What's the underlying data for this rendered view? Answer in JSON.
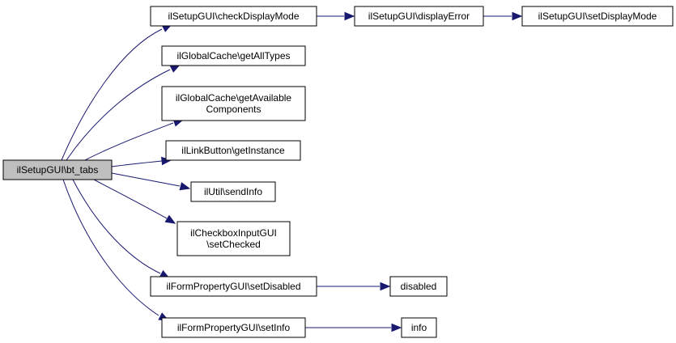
{
  "diagram": {
    "nodes": {
      "bt_tabs": {
        "lines": [
          "ilSetupGUI\\bt_tabs"
        ],
        "root": true
      },
      "checkDisplayMode": {
        "lines": [
          "ilSetupGUI\\checkDisplayMode"
        ]
      },
      "displayError": {
        "lines": [
          "ilSetupGUI\\displayError"
        ]
      },
      "setDisplayMode": {
        "lines": [
          "ilSetupGUI\\setDisplayMode"
        ]
      },
      "getAllTypes": {
        "lines": [
          "ilGlobalCache\\getAllTypes"
        ]
      },
      "getAvailableComponents": {
        "lines": [
          "ilGlobalCache\\getAvailable",
          "Components"
        ]
      },
      "getInstance": {
        "lines": [
          "ilLinkButton\\getInstance"
        ]
      },
      "sendInfo": {
        "lines": [
          "ilUtil\\sendInfo"
        ]
      },
      "setChecked": {
        "lines": [
          "ilCheckboxInputGUI",
          "\\setChecked"
        ]
      },
      "setDisabled": {
        "lines": [
          "ilFormPropertyGUI\\setDisabled"
        ]
      },
      "disabled": {
        "lines": [
          "disabled"
        ]
      },
      "setInfo": {
        "lines": [
          "ilFormPropertyGUI\\setInfo"
        ]
      },
      "info": {
        "lines": [
          "info"
        ]
      }
    },
    "edges": [
      {
        "from": "bt_tabs",
        "to": "checkDisplayMode"
      },
      {
        "from": "bt_tabs",
        "to": "getAllTypes"
      },
      {
        "from": "bt_tabs",
        "to": "getAvailableComponents"
      },
      {
        "from": "bt_tabs",
        "to": "getInstance"
      },
      {
        "from": "bt_tabs",
        "to": "sendInfo"
      },
      {
        "from": "bt_tabs",
        "to": "setChecked"
      },
      {
        "from": "bt_tabs",
        "to": "setDisabled"
      },
      {
        "from": "bt_tabs",
        "to": "setInfo"
      },
      {
        "from": "checkDisplayMode",
        "to": "displayError"
      },
      {
        "from": "displayError",
        "to": "setDisplayMode"
      },
      {
        "from": "setDisabled",
        "to": "disabled"
      },
      {
        "from": "setInfo",
        "to": "info"
      }
    ],
    "colors": {
      "edge": "#191970",
      "node_border": "#000000",
      "node_fill": "#ffffff",
      "root_fill": "#bfbfbf"
    }
  }
}
